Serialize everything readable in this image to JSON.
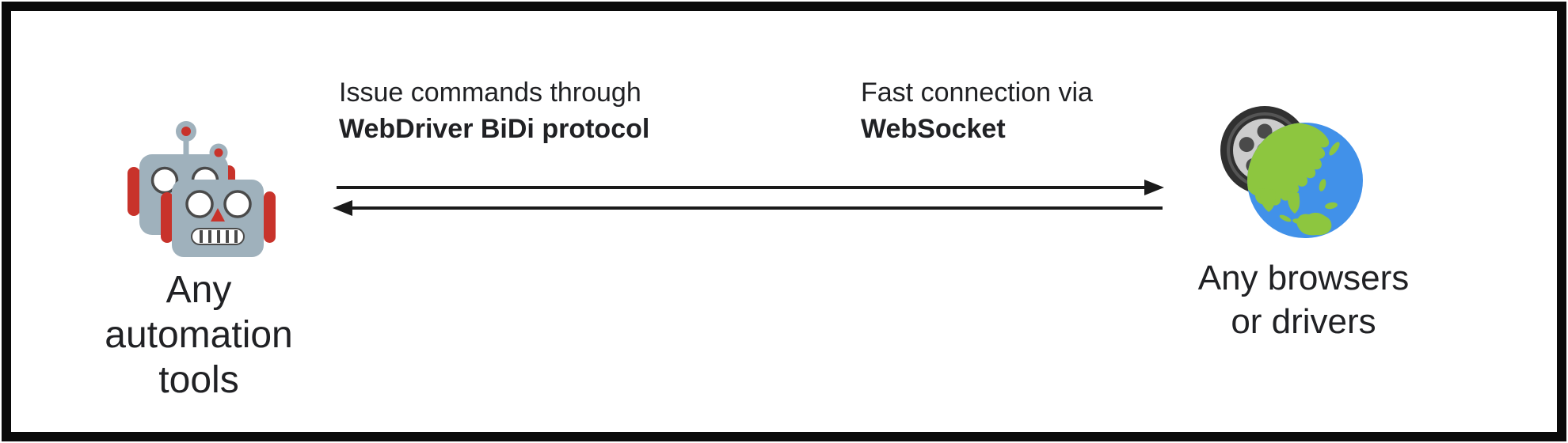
{
  "diagram": {
    "left_node": {
      "icon": "two-robots-icon",
      "label_lines": [
        "Any",
        "automation",
        "tools"
      ]
    },
    "right_node": {
      "icon": "wheel-globe-icon",
      "label_lines": [
        "Any browsers",
        "or drivers"
      ]
    },
    "command_channel": {
      "description": "Issue commands through",
      "protocol": "WebDriver BiDi protocol"
    },
    "transport_channel": {
      "description": "Fast connection via",
      "protocol": "WebSocket"
    }
  },
  "colors": {
    "frame": "#0a0a0a",
    "text": "#202124",
    "arrow": "#1a1a1a",
    "robot_gray": "#9FB1BC",
    "robot_red": "#C8332B",
    "eye_ring": "#4a4a4a",
    "eye_fill": "#ffffff",
    "tire": "#303030",
    "tire_ring": "#555555",
    "rim": "#cccccc",
    "rim_gap": "#4a4a4a",
    "hub": "#a9a9a9",
    "ocean": "#4191E9",
    "land": "#8DC63F"
  }
}
